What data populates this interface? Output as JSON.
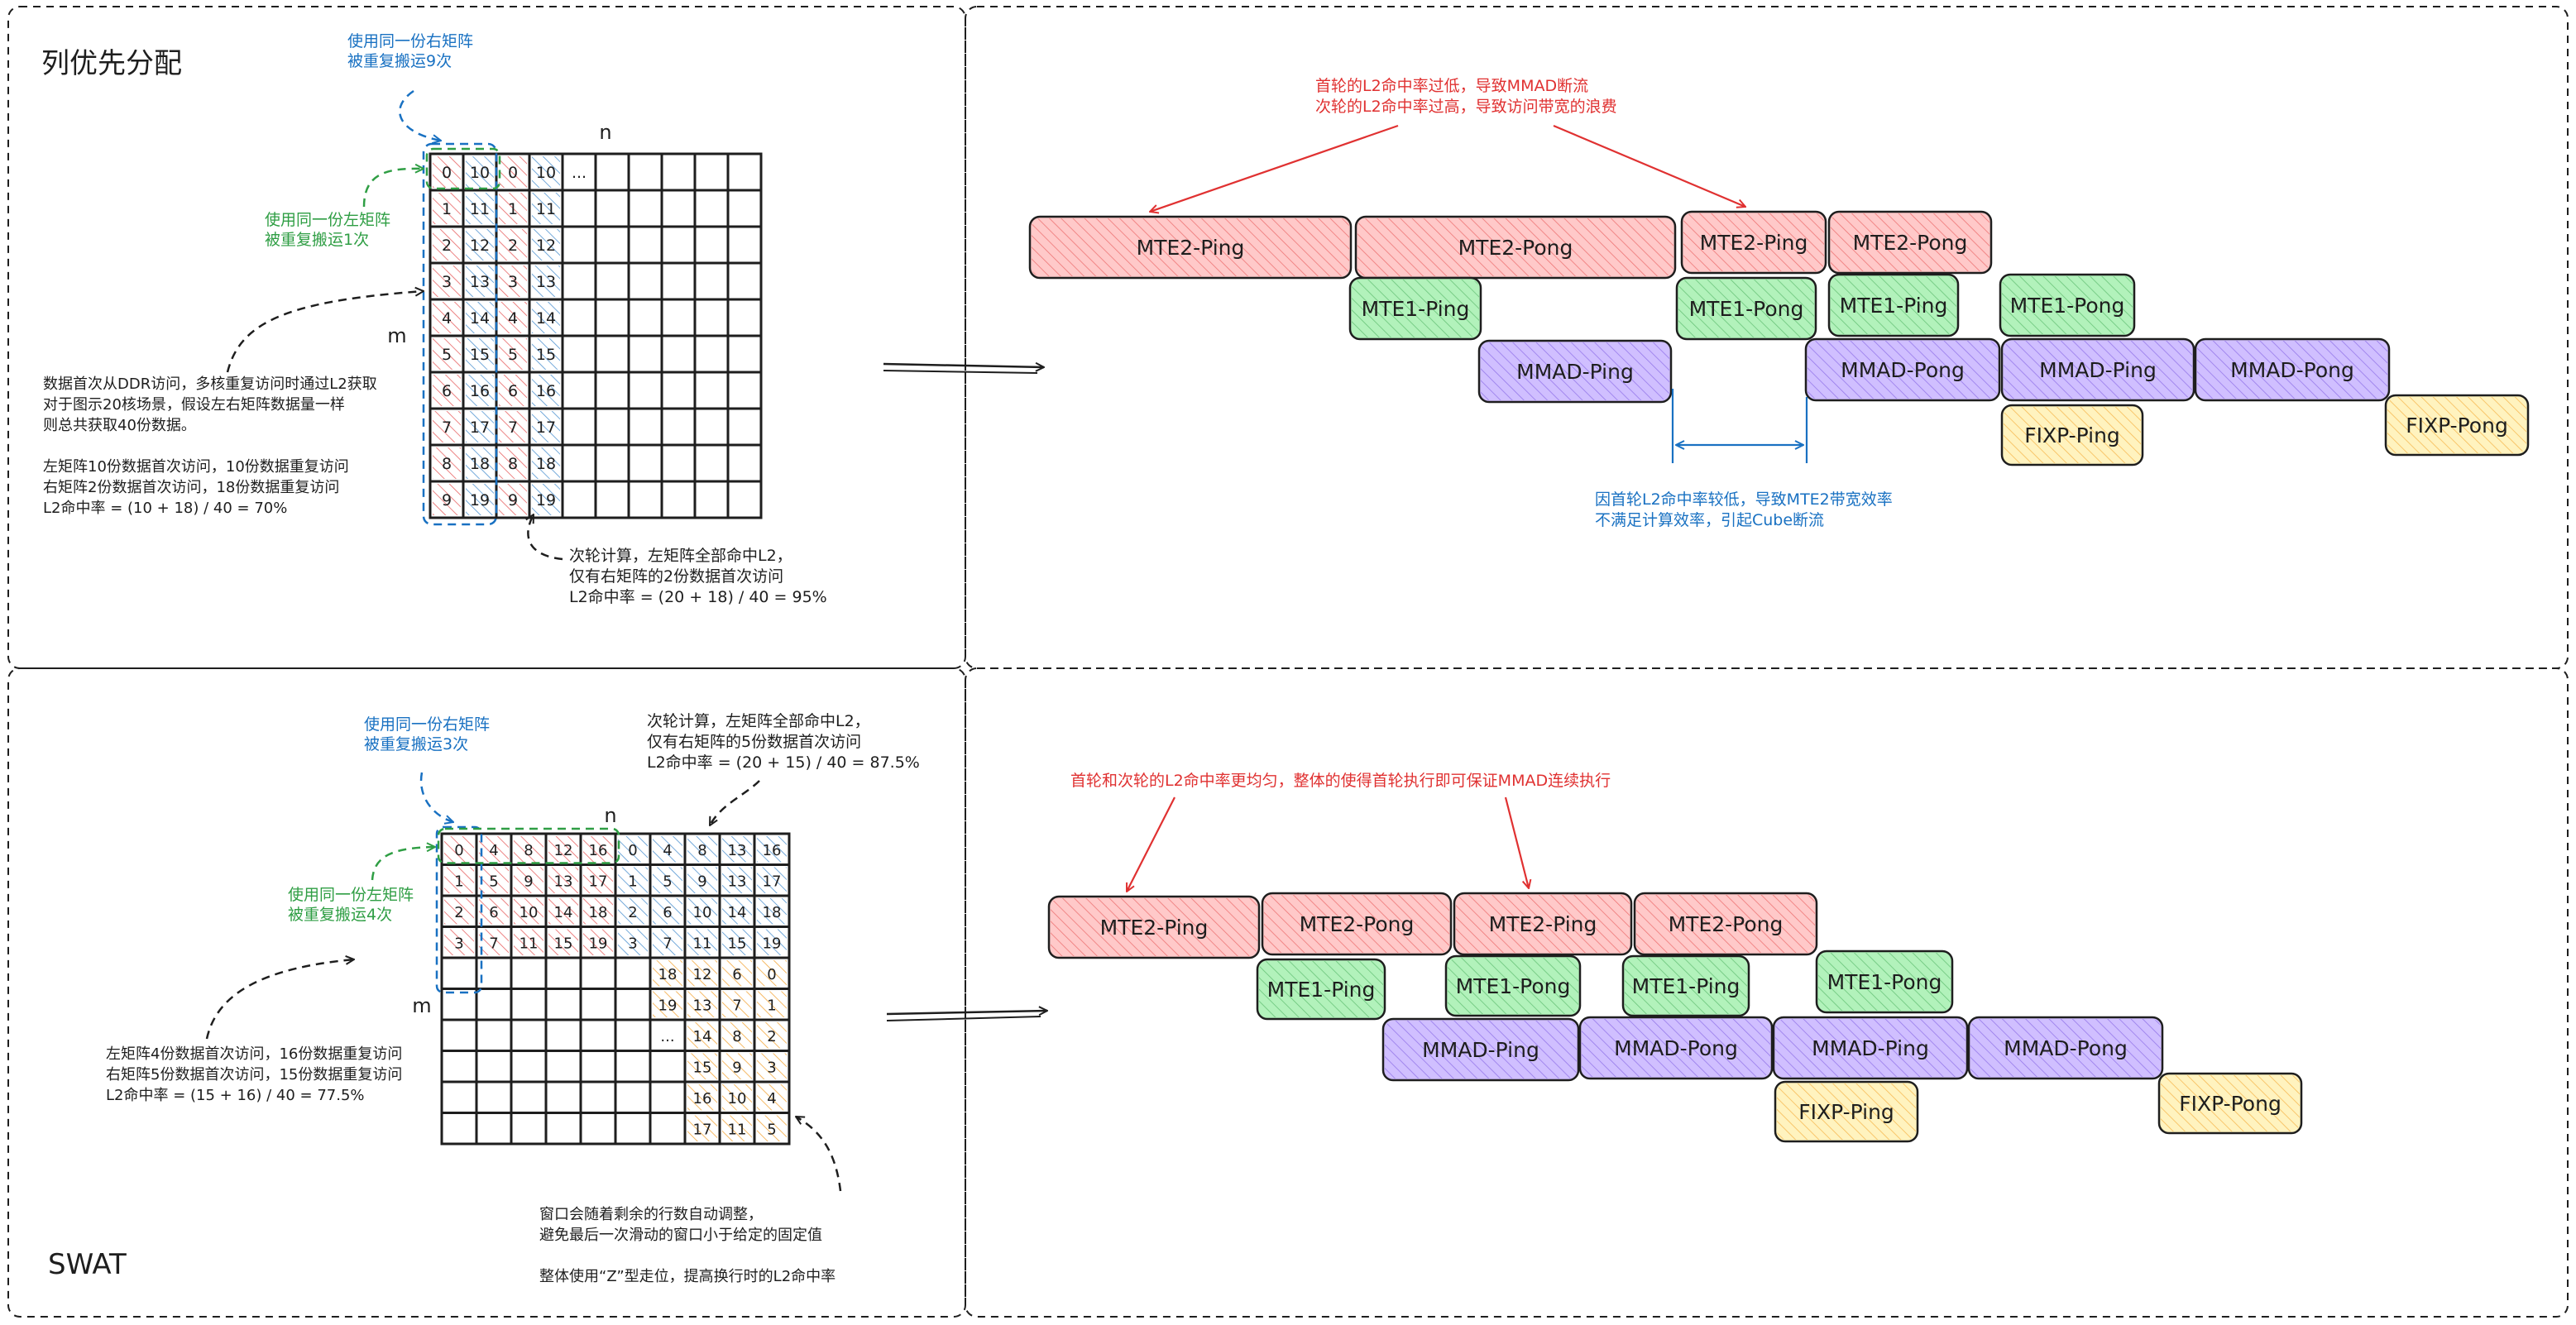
{
  "colors": {
    "mte2": "#ffc9c9",
    "mte2_hatch": "#e03131",
    "mte1": "#b2f2bb",
    "mte1_hatch": "#2f9e44",
    "mmad": "#d0bfff",
    "mmad_hatch": "#6741d9",
    "fixp": "#fff3bf",
    "fixp_hatch": "#f08c00",
    "blue_hatch": "#1971c2",
    "red": "#e03131",
    "green": "#2f9e44",
    "blue": "#1971c2"
  },
  "top": {
    "title": "列优先分配",
    "label_n": "n",
    "label_m": "m",
    "blue_note": [
      "使用同一份右矩阵",
      "被重复搬运9次"
    ],
    "green_note": [
      "使用同一份左矩阵",
      "被重复搬运1次"
    ],
    "left_text": [
      "数据首次从DDR访问，多核重复访问时通过L2获取",
      "对于图示20核场景，假设左右矩阵数据量一样",
      "则总共获取40份数据。",
      "",
      "左矩阵10份数据首次访问，10份数据重复访问",
      "右矩阵2份数据首次访问，18份数据重复访问",
      "L2命中率 = (10 + 18) / 40 = 70%"
    ],
    "bottom_note": [
      "次轮计算，左矩阵全部命中L2，",
      "仅有右矩阵的2份数据首次访问",
      "L2命中率 = (20 + 18) / 40 = 95%"
    ],
    "grid_rows": [
      [
        "0",
        "10",
        "0",
        "10",
        "...",
        "",
        "",
        "",
        "",
        ""
      ],
      [
        "1",
        "11",
        "1",
        "11",
        "",
        "",
        "",
        "",
        "",
        ""
      ],
      [
        "2",
        "12",
        "2",
        "12",
        "",
        "",
        "",
        "",
        "",
        ""
      ],
      [
        "3",
        "13",
        "3",
        "13",
        "",
        "",
        "",
        "",
        "",
        ""
      ],
      [
        "4",
        "14",
        "4",
        "14",
        "",
        "",
        "",
        "",
        "",
        ""
      ],
      [
        "5",
        "15",
        "5",
        "15",
        "",
        "",
        "",
        "",
        "",
        ""
      ],
      [
        "6",
        "16",
        "6",
        "16",
        "",
        "",
        "",
        "",
        "",
        ""
      ],
      [
        "7",
        "17",
        "7",
        "17",
        "",
        "",
        "",
        "",
        "",
        ""
      ],
      [
        "8",
        "18",
        "8",
        "18",
        "",
        "",
        "",
        "",
        "",
        ""
      ],
      [
        "9",
        "19",
        "9",
        "19",
        "",
        "",
        "",
        "",
        "",
        ""
      ]
    ],
    "red_note": [
      "首轮的L2命中率过低，导致MMAD断流",
      "次轮的L2命中率过高，导致访问带宽的浪费"
    ],
    "blue_gap_note": [
      "因首轮L2命中率较低，导致MTE2带宽效率",
      "不满足计算效率，引起Cube断流"
    ],
    "pipeline": {
      "mte2": [
        "MTE2-Ping",
        "MTE2-Pong",
        "MTE2-Ping",
        "MTE2-Pong"
      ],
      "mte1": [
        "MTE1-Ping",
        "MTE1-Pong",
        "MTE1-Ping",
        "MTE1-Pong"
      ],
      "mmad": [
        "MMAD-Ping",
        "MMAD-Pong",
        "MMAD-Ping",
        "MMAD-Pong"
      ],
      "fixp": [
        "FIXP-Ping",
        "FIXP-Pong"
      ]
    }
  },
  "bottom": {
    "title": "SWAT",
    "label_n": "n",
    "label_m": "m",
    "blue_note": [
      "使用同一份右矩阵",
      "被重复搬运3次"
    ],
    "green_note": [
      "使用同一份左矩阵",
      "被重复搬运4次"
    ],
    "top_note": [
      "次轮计算，左矩阵全部命中L2，",
      "仅有右矩阵的5份数据首次访问",
      "L2命中率 = (20 + 15) / 40 = 87.5%"
    ],
    "left_text": [
      "左矩阵4份数据首次访问，16份数据重复访问",
      "右矩阵5份数据首次访问，15份数据重复访问",
      "L2命中率 = (15 + 16) / 40 = 77.5%"
    ],
    "bottom_note": [
      "窗口会随着剩余的行数自动调整，",
      "避免最后一次滑动的窗口小于给定的固定值",
      "",
      "整体使用“Z”型走位，提高换行时的L2命中率"
    ],
    "grid_top_rows": [
      [
        "0",
        "4",
        "8",
        "12",
        "16",
        "0",
        "4",
        "8",
        "13",
        "16"
      ],
      [
        "1",
        "5",
        "9",
        "13",
        "17",
        "1",
        "5",
        "9",
        "13",
        "17"
      ],
      [
        "2",
        "6",
        "10",
        "14",
        "18",
        "2",
        "6",
        "10",
        "14",
        "18"
      ],
      [
        "3",
        "7",
        "11",
        "15",
        "19",
        "3",
        "7",
        "11",
        "15",
        "19"
      ]
    ],
    "grid_side_rows": [
      [
        "18",
        "12",
        "6",
        "0"
      ],
      [
        "19",
        "13",
        "7",
        "1"
      ],
      [
        "...",
        "14",
        "8",
        "2"
      ],
      [
        "",
        "15",
        "9",
        "3"
      ],
      [
        "",
        "16",
        "10",
        "4"
      ],
      [
        "",
        "17",
        "11",
        "5"
      ]
    ],
    "red_note": "首轮和次轮的L2命中率更均匀，整体的使得首轮执行即可保证MMAD连续执行",
    "pipeline": {
      "mte2": [
        "MTE2-Ping",
        "MTE2-Pong",
        "MTE2-Ping",
        "MTE2-Pong"
      ],
      "mte1": [
        "MTE1-Ping",
        "MTE1-Pong",
        "MTE1-Ping",
        "MTE1-Pong"
      ],
      "mmad": [
        "MMAD-Ping",
        "MMAD-Pong",
        "MMAD-Ping",
        "MMAD-Pong"
      ],
      "fixp": [
        "FIXP-Ping",
        "FIXP-Pong"
      ]
    }
  }
}
